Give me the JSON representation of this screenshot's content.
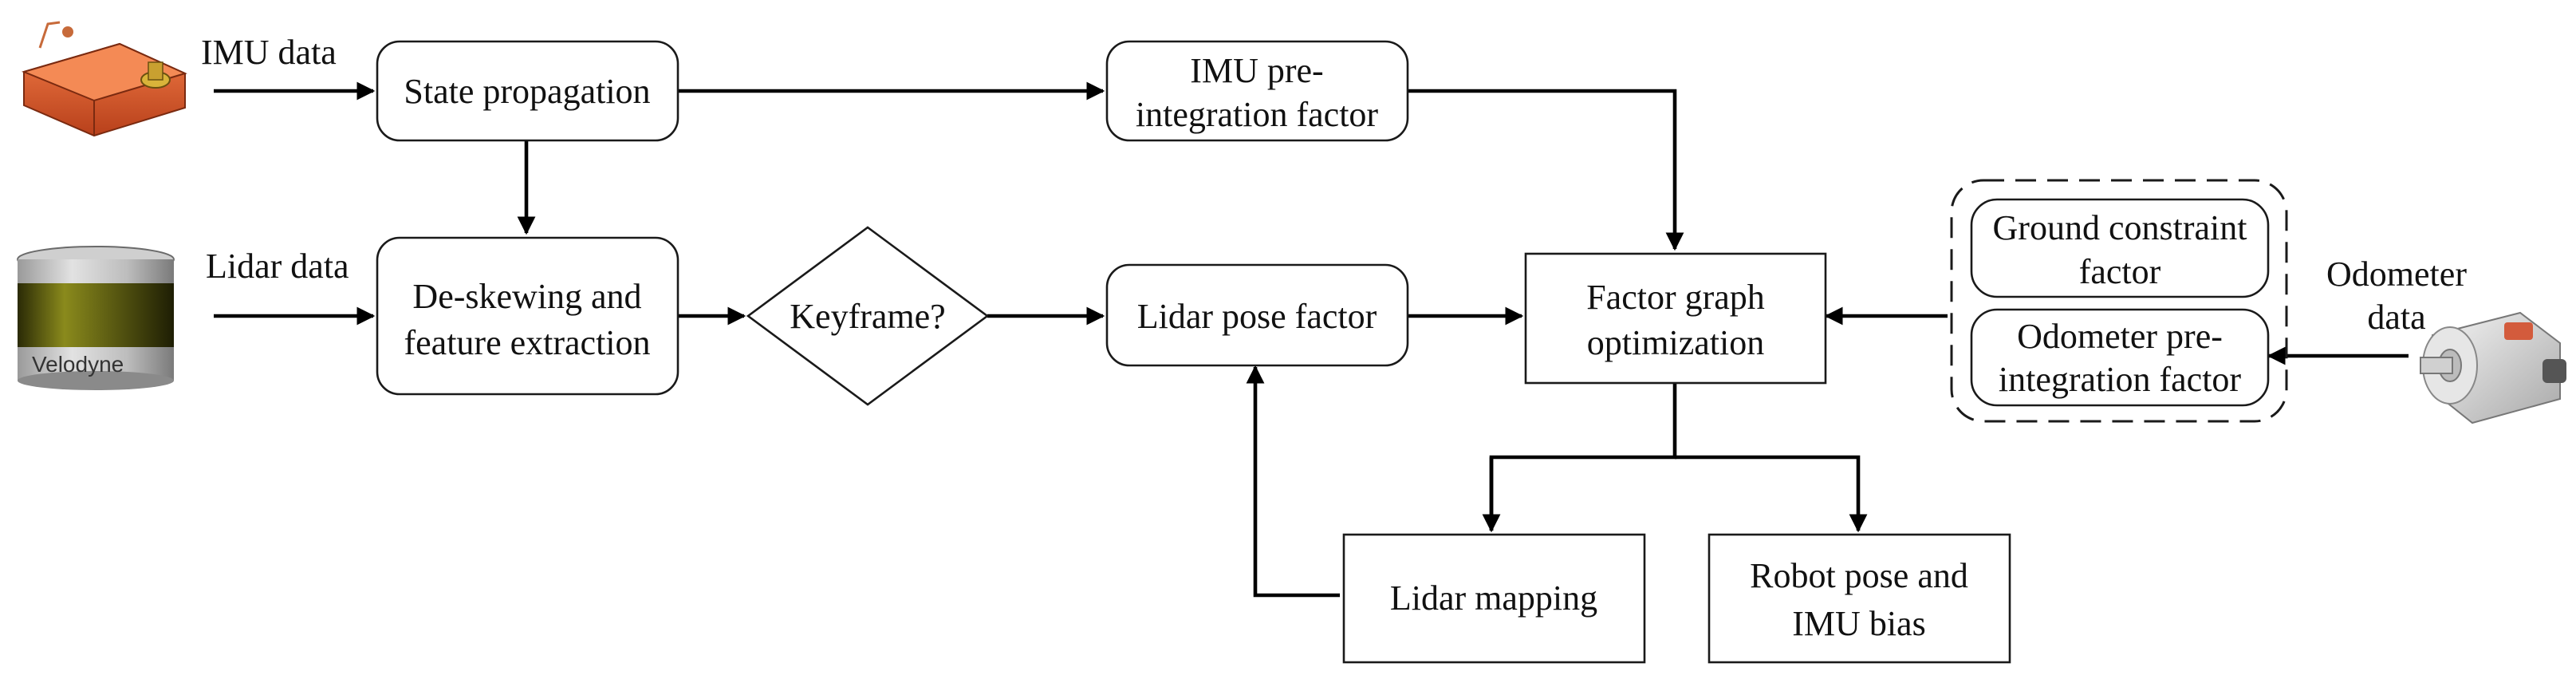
{
  "inputs": {
    "imu": {
      "label": "IMU data"
    },
    "lidar": {
      "label": "Lidar data"
    },
    "odometer": {
      "label_line1": "Odometer",
      "label_line2": "data"
    }
  },
  "devices": {
    "lidar_brand": "Velodyne"
  },
  "nodes": {
    "state_propagation": {
      "line1": "State propagation"
    },
    "imu_preintegration": {
      "line1": "IMU pre-",
      "line2": "integration factor"
    },
    "deskewing": {
      "line1": "De-skewing and",
      "line2": "feature extraction"
    },
    "keyframe": {
      "line1": "Keyframe?"
    },
    "lidar_pose": {
      "line1": "Lidar pose factor"
    },
    "factor_graph": {
      "line1": "Factor graph",
      "line2": "optimization"
    },
    "ground_constraint": {
      "line1": "Ground constraint",
      "line2": "factor"
    },
    "odometer_preintegration": {
      "line1": "Odometer pre-",
      "line2": "integration factor"
    },
    "lidar_mapping": {
      "line1": "Lidar mapping"
    },
    "robot_pose": {
      "line1": "Robot pose and",
      "line2": "IMU bias"
    }
  },
  "colors": {
    "imu_device": "#e05a2b",
    "lidar_band": "#6b6a12",
    "line": "#000000"
  }
}
